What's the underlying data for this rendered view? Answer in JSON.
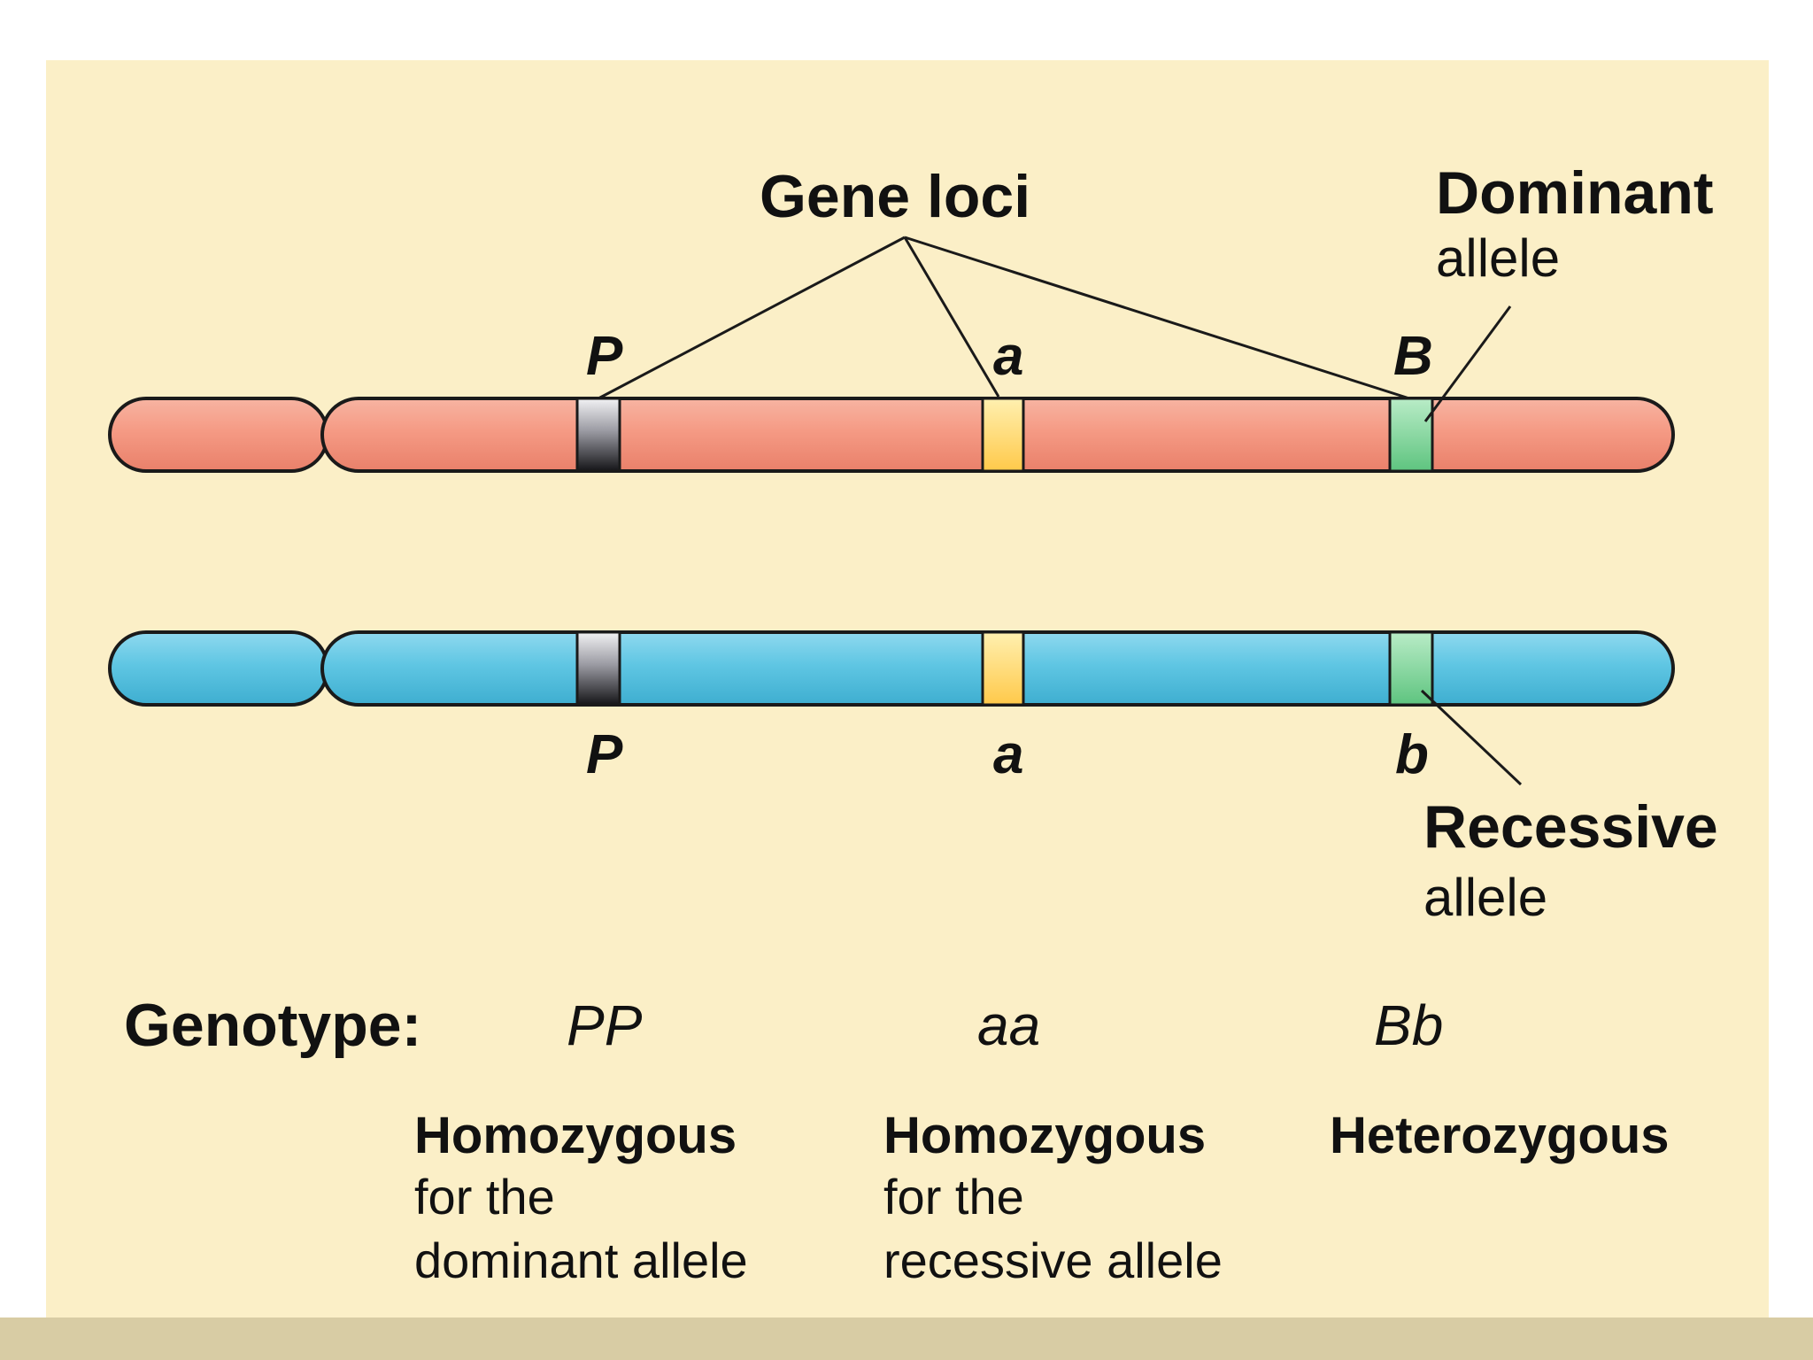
{
  "colors": {
    "panel_background": "#fbefc7",
    "maternal_chromosome": "#f59a84",
    "paternal_chromosome": "#5fc6e3",
    "locus_P": "#8a8a92",
    "locus_A": "#ffd56b",
    "locus_B": "#7fd49a"
  },
  "labels": {
    "gene_loci": "Gene loci",
    "dominant_title": "Dominant",
    "dominant_sub": "allele",
    "recessive_title": "Recessive",
    "recessive_sub": "allele"
  },
  "top_chromosome": {
    "loci": [
      "P",
      "a",
      "B"
    ]
  },
  "bottom_chromosome": {
    "loci": [
      "P",
      "a",
      "b"
    ]
  },
  "genotype": {
    "heading": "Genotype:",
    "values": [
      "PP",
      "aa",
      "Bb"
    ]
  },
  "descriptions": [
    {
      "title": "Homozygous",
      "line1": "for the",
      "line2": "dominant allele"
    },
    {
      "title": "Homozygous",
      "line1": "for the",
      "line2": "recessive allele"
    },
    {
      "title": "Heterozygous",
      "line1": "",
      "line2": ""
    }
  ]
}
